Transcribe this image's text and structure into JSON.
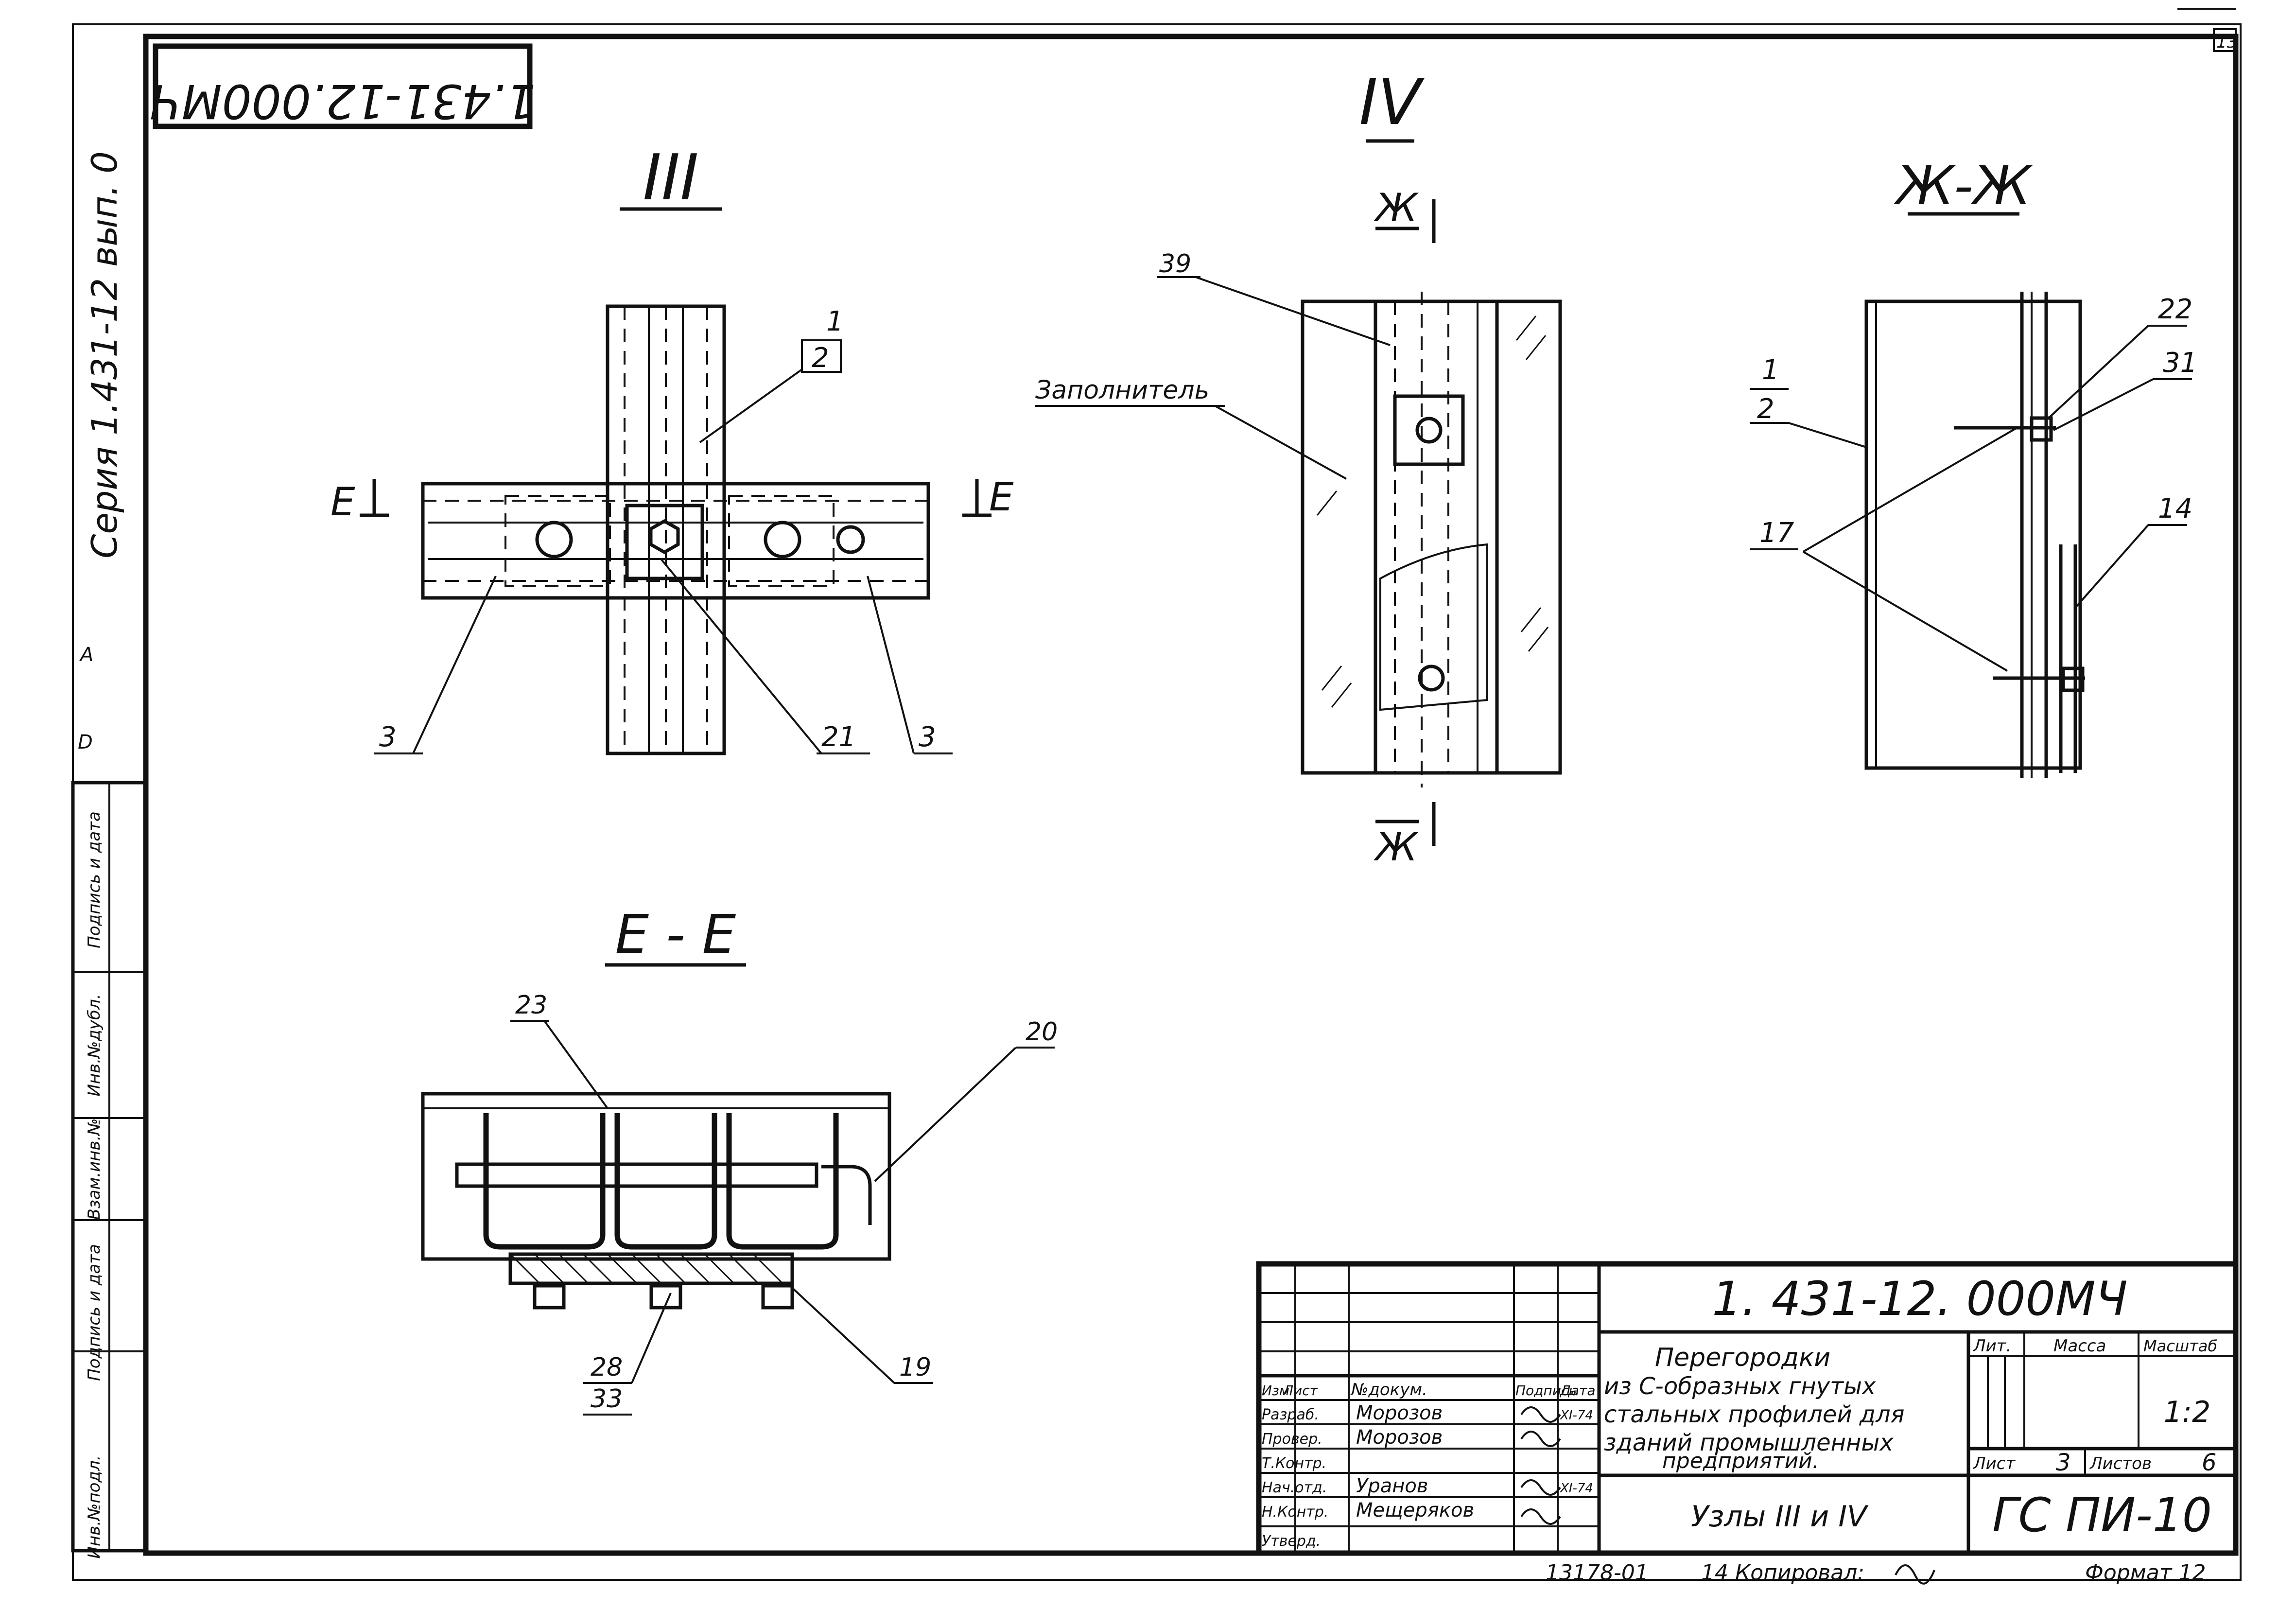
{
  "sheet": {
    "top_stamp": "1.431-12.000МЧ",
    "corner_number": "13",
    "series_label": "Серия 1.431-12 вып. 0",
    "side_markers": [
      "А",
      "D"
    ]
  },
  "left_strip": {
    "columns": [
      "Инв.№подл.",
      "Подпись и дата",
      "Взам.инв.№",
      "Инв.№дубл.",
      "Подпись и дата"
    ]
  },
  "views": {
    "node_iii": {
      "title": "III",
      "section_left": "Е",
      "section_right": "Е",
      "callouts": {
        "top_num": "1",
        "top_den": "2",
        "left": "3",
        "center": "21",
        "right": "3"
      }
    },
    "node_iv": {
      "title": "IV",
      "section_top": "Ж",
      "section_bottom": "Ж",
      "callouts": {
        "pos39": "39",
        "filler": "Заполнитель"
      }
    },
    "section_zh": {
      "title": "Ж-Ж",
      "callouts": {
        "num": "1",
        "den": "2",
        "c22": "22",
        "c31": "31",
        "c17": "17",
        "c14": "14"
      }
    },
    "section_e": {
      "title": "Е - Е",
      "callouts": {
        "c23": "23",
        "c20": "20",
        "c28": "28",
        "c33": "33",
        "c19": "19"
      }
    }
  },
  "title_block": {
    "doc_code": "1. 431-12. 000МЧ",
    "description": [
      "Перегородки",
      "из С-образных гнутых",
      "стальных профилей для",
      "зданий промышленных",
      "предприятий."
    ],
    "sheet_name": "Узлы  III  и  IV",
    "headers": {
      "izm": "Изм",
      "list": "Лист",
      "ndoc": "№докум.",
      "podpis": "Подпись",
      "data": "Дата"
    },
    "roles": [
      {
        "role": "Разраб.",
        "name": "Морозов",
        "date": "XI-74"
      },
      {
        "role": "Провер.",
        "name": "Морозов",
        "date": ""
      },
      {
        "role": "Т.Контр.",
        "name": "",
        "date": ""
      },
      {
        "role": "Нач.отд.",
        "name": "Уранов",
        "date": "XI-74"
      },
      {
        "role": "Н.Контр.",
        "name": "Мещеряков",
        "date": ""
      },
      {
        "role": "Утверд.",
        "name": "",
        "date": ""
      }
    ],
    "lit_label": "Лит.",
    "mass_label": "Масса",
    "scale_label": "Масштаб",
    "scale": "1:2",
    "sheet_label": "Лист",
    "sheet_no": "3",
    "sheets_label": "Листов",
    "sheets_total": "6",
    "org": "ГС ПИ-10"
  },
  "footer": {
    "order": "13178-01",
    "copied": "14  Копировал:",
    "format_label": "Формат  12"
  }
}
